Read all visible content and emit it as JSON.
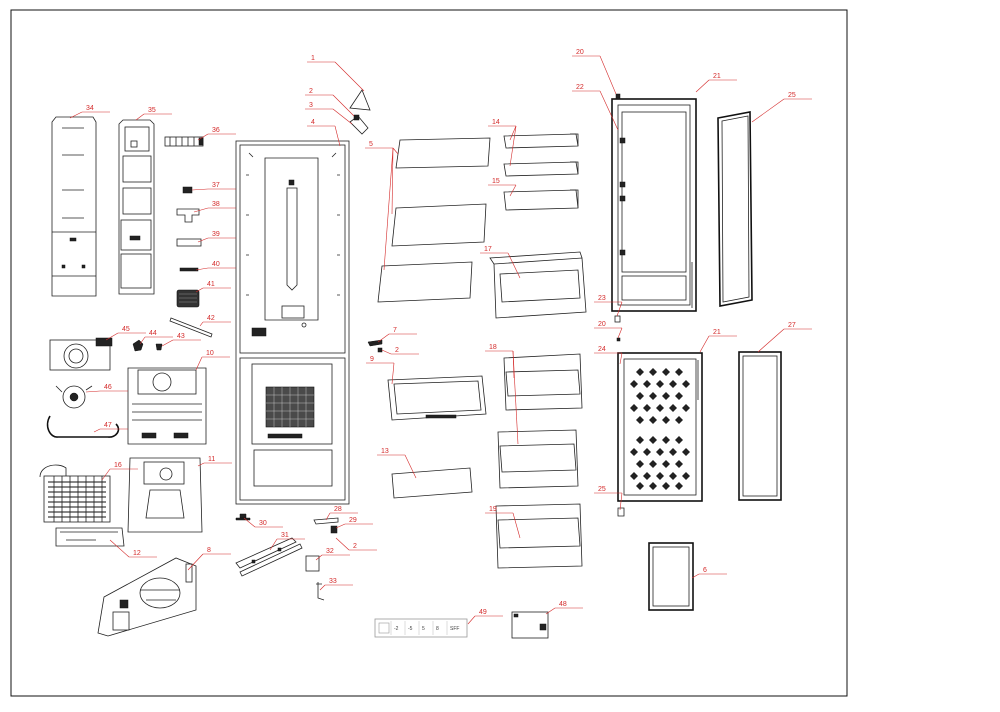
{
  "diagram": {
    "labels": [
      "1",
      "2",
      "3",
      "4",
      "5",
      "6",
      "7",
      "8",
      "9",
      "10",
      "11",
      "12",
      "13",
      "14",
      "15",
      "16",
      "17",
      "18",
      "19",
      "20",
      "21",
      "22",
      "23",
      "24",
      "25",
      "27",
      "28",
      "29",
      "30",
      "31",
      "32",
      "33",
      "34",
      "35",
      "36",
      "37",
      "38",
      "39",
      "40",
      "41",
      "42",
      "43",
      "44",
      "45",
      "46",
      "47",
      "48",
      "49"
    ],
    "control_panel_keys": [
      "-2",
      "-5",
      "5",
      "8",
      "SFF"
    ],
    "colors": {
      "label": "#d42a2a",
      "line": "#222222"
    }
  }
}
